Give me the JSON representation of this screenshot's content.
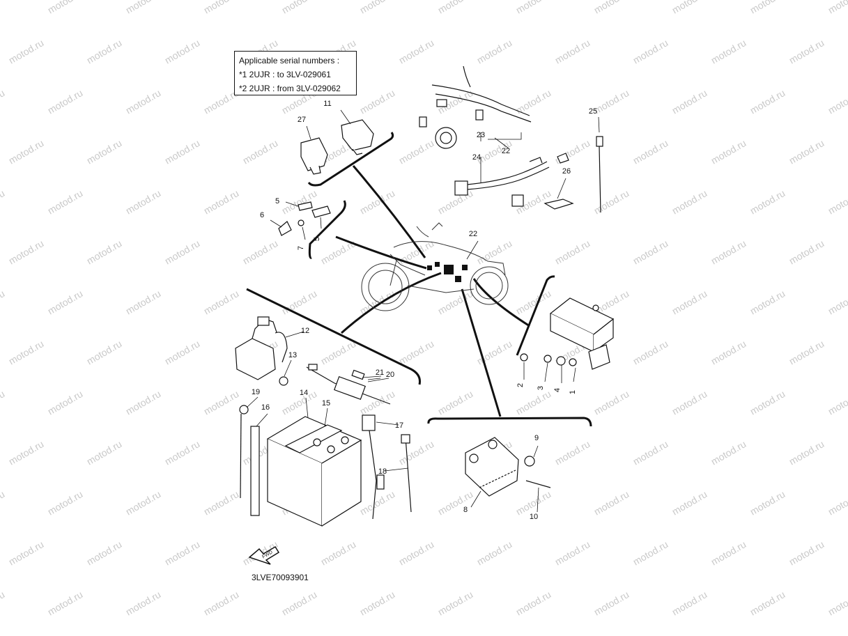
{
  "watermark": "motod.ru",
  "serial_box": {
    "title": "Applicable serial numbers :",
    "note1": "*1  2UJR : to 3LV-029061",
    "note2": "*2  2UJR : from 3LV-029062"
  },
  "diagram_code": "3LVE70093901",
  "fwd_label": "FWD",
  "part_labels": [
    "1",
    "2",
    "3",
    "4",
    "5",
    "5",
    "6",
    "7",
    "8",
    "9",
    "10",
    "11",
    "12",
    "13",
    "14",
    "15",
    "16",
    "17",
    "18",
    "19",
    "20",
    "21",
    "22",
    "22",
    "23",
    "24",
    "25",
    "26",
    "27"
  ]
}
